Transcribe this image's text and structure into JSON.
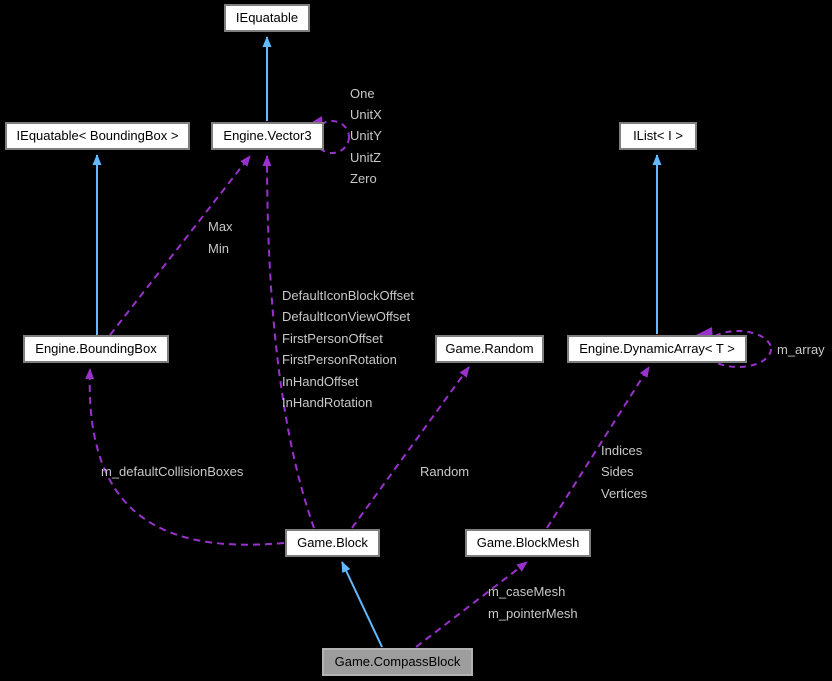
{
  "diagram": {
    "kind": "collaboration-diagram",
    "focus_node": "Game.CompassBlock",
    "nodes": {
      "iequatable": "IEquatable",
      "iequatable_boundingbox": "IEquatable< BoundingBox >",
      "vector3": "Engine.Vector3",
      "ilist": "IList< I >",
      "boundingbox": "Engine.BoundingBox",
      "random": "Game.Random",
      "dynamicarray": "Engine.DynamicArray< T >",
      "block": "Game.Block",
      "blockmesh": "Game.BlockMesh",
      "compassblock": "Game.CompassBlock"
    },
    "edge_labels": {
      "vector3_self": [
        "One",
        "UnitX",
        "UnitY",
        "UnitZ",
        "Zero"
      ],
      "boundingbox_to_vector3": [
        "Max",
        "Min"
      ],
      "block_to_vector3": [
        "DefaultIconBlockOffset",
        "DefaultIconViewOffset",
        "FirstPersonOffset",
        "FirstPersonRotation",
        "InHandOffset",
        "InHandRotation"
      ],
      "dynamicarray_self": "m_array",
      "block_to_boundingbox": "m_defaultCollisionBoxes",
      "block_to_random": "Random",
      "blockmesh_to_dynamicarray": [
        "Indices",
        "Sides",
        "Vertices"
      ],
      "compassblock_to_blockmesh": [
        "m_caseMesh",
        "m_pointerMesh"
      ]
    },
    "colors": {
      "background": "#000000",
      "inheritance_edge": "#63b8ff",
      "usage_edge": "#9932cc",
      "edge_label_text": "#c8c8c8",
      "node_fill": "#ffffff",
      "node_border": "#7e7e7e",
      "node_text": "#000000",
      "focus_node_fill": "#9d9d9d",
      "focus_node_border": "#b3b3b3"
    }
  }
}
